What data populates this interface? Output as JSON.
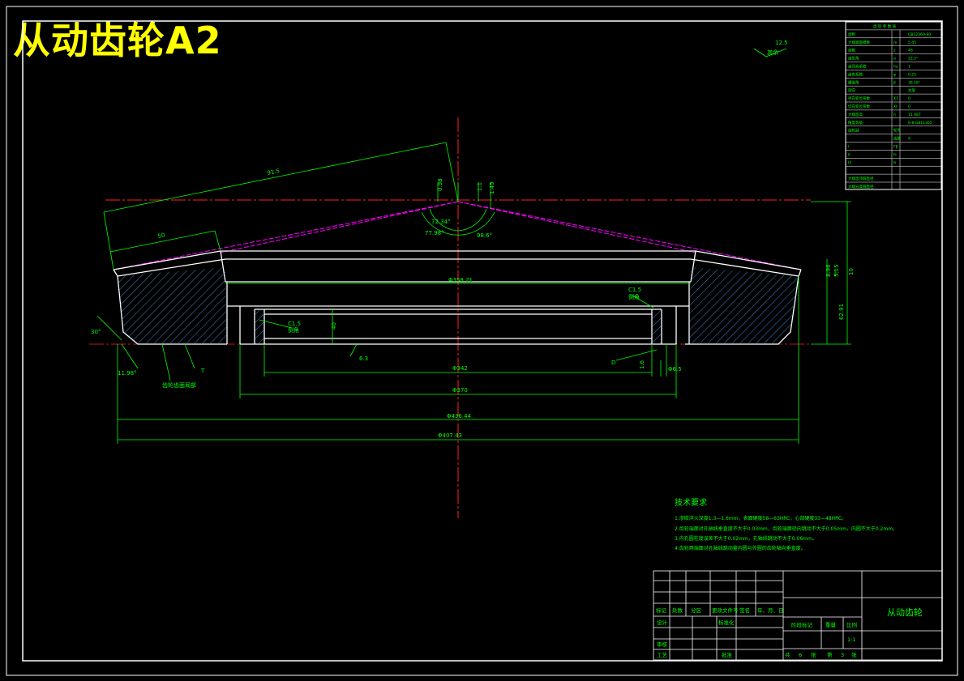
{
  "title": "从动齿轮A2",
  "colors": {
    "geometry": "#ffffff",
    "dimension": "#00ff00",
    "center": "#ff2020",
    "pitch": "#ff00ff",
    "title": "#ffff00"
  },
  "dims": {
    "cone_len": "91.5",
    "face": "50",
    "d1": "0.98",
    "d2": "1.1",
    "d3": "1.45",
    "ang1": "72.34°",
    "ang2": "77.98°",
    "ang3": "98.6°",
    "inner_d": "Φ358.21",
    "chamfer_left": "C1.5",
    "chamfer_left2": "倒角",
    "chamfer_right": "C1.5",
    "chamfer_right2": "倒角",
    "thick": "40",
    "h1": "62.91",
    "h2": "10",
    "h3": "5.15",
    "h4": "8.96",
    "bore1": "Φ342",
    "bore2": "Φ370",
    "tip_d": "Φ436.44",
    "root_d": "Φ407.43",
    "angle_left": "30°",
    "angle_left2": "11.98°",
    "note_left": "齿轮齿面局部",
    "note_t": "T",
    "rough": "6.3",
    "rough_d": "D",
    "small1": "1.6",
    "small2": "Φ6.5",
    "rough_top": "12.5",
    "rough_top2": "其余"
  },
  "params": {
    "header": "齿 轮 参 数 表",
    "rows": [
      [
        "齿制",
        "",
        "GB12369-90"
      ],
      [
        "大端端面模数",
        "m",
        "5.45"
      ],
      [
        "齿数",
        "z",
        "46"
      ],
      [
        "齿形角",
        "α",
        "22.5°"
      ],
      [
        "齿顶高系数",
        "ha",
        "1"
      ],
      [
        "齿宽系数",
        "φ",
        "0.25"
      ],
      [
        "螺旋角",
        "β",
        "38.58°"
      ],
      [
        "旋向",
        "",
        "左旋"
      ],
      [
        "径向变位系数",
        "X1",
        "0"
      ],
      [
        "切向变位系数",
        "Xt",
        "0"
      ],
      [
        "大端齿高",
        "h",
        "11.987"
      ],
      [
        "精度等级",
        "",
        "8-8 GB11365"
      ],
      [
        "齿轮副",
        "轮号",
        ""
      ],
      [
        "",
        "齿数",
        "9"
      ],
      [
        "I",
        "Fβ",
        ""
      ],
      [
        "II",
        "Fr",
        ""
      ],
      [
        "III",
        "fi",
        ""
      ],
      [
        "",
        "",
        ""
      ],
      [
        "大端齿顶圆直径",
        "",
        ""
      ],
      [
        "大端分度圆直径",
        "",
        ""
      ]
    ]
  },
  "tech": {
    "heading": "技术要求",
    "lines": [
      "1.渗碳淬火深度1.3—1.6mm，表面硬度58—63HRC，心部硬度33—48HRC。",
      "2.齿轮端面对孔轴线垂直度不大于0.03mm，齿轮端面径向跳动不大于0.05mm，内圆不大于0.2mm。",
      "3.内孔圆柱度误差不大于0.02mm，孔轴线跳动不大于0.06mm。",
      "4.齿轮两端面对孔轴线跳动量内圆与外圆的齿轮轴向垂直度。"
    ]
  },
  "titleblock": {
    "labels": [
      "标记",
      "处数",
      "分区",
      "更改文件号",
      "签名",
      "年、月、日"
    ],
    "design": "设计",
    "standard": "标准化",
    "review": "审核",
    "process": "工艺",
    "approve": "批准",
    "stage": "阶段标记",
    "weight": "重量",
    "scale": "比例",
    "scale_val": "1:1",
    "part": "从动齿轮",
    "total": "共",
    "total_num": "6",
    "sheets": "张",
    "page": "第",
    "page_num": "3",
    "sheet": "张"
  }
}
